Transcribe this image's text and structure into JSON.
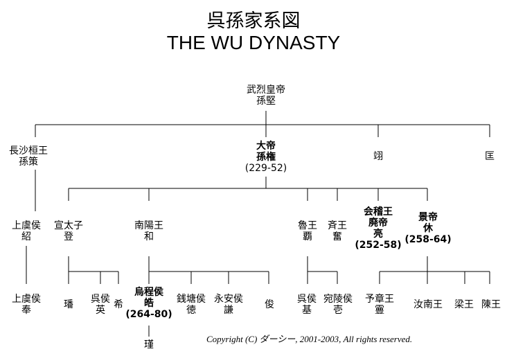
{
  "title": {
    "jp": "呉孫家系図",
    "en": "THE WU DYNASTY"
  },
  "people": {
    "wulie": [
      "武烈皇帝",
      "孫堅"
    ],
    "sun_ce": [
      "長沙桓王",
      "孫策"
    ],
    "sun_quan": [
      "大帝",
      "孫権",
      "(229-52)"
    ],
    "yi": [
      "翊"
    ],
    "kuang": [
      "匡"
    ],
    "shao": [
      "上虞侯",
      "紹"
    ],
    "deng": [
      "宣太子",
      "登"
    ],
    "he": [
      "南陽王",
      "和"
    ],
    "ba": [
      "魯王",
      "覇"
    ],
    "fen": [
      "斉王",
      "奮"
    ],
    "liang": [
      "会稽王",
      "廃帝",
      "亮",
      "(252-58)"
    ],
    "xiu": [
      "景帝",
      "休",
      "(258-64)"
    ],
    "feng": [
      "上虞侯",
      "奉"
    ],
    "fan": [
      "璠"
    ],
    "ying": [
      "呉侯",
      "英"
    ],
    "xi": [
      "希"
    ],
    "hao": [
      "烏程侯",
      "皓",
      "(264-80)"
    ],
    "de": [
      "銭塘侯",
      "徳"
    ],
    "qian": [
      "永安侯",
      "謙"
    ],
    "jun": [
      "俊"
    ],
    "ji": [
      "呉侯",
      "基"
    ],
    "yi2": [
      "宛陵侯",
      "壱"
    ],
    "wan": [
      "予章王",
      "霻"
    ],
    "runan": [
      "汝南王"
    ],
    "liangwang": [
      "梁王"
    ],
    "chenwang": [
      "陳王"
    ],
    "jin": [
      "瑾"
    ]
  },
  "copyright": "Copyright (C) ダーシー, 2001-2003, All rights reserved."
}
